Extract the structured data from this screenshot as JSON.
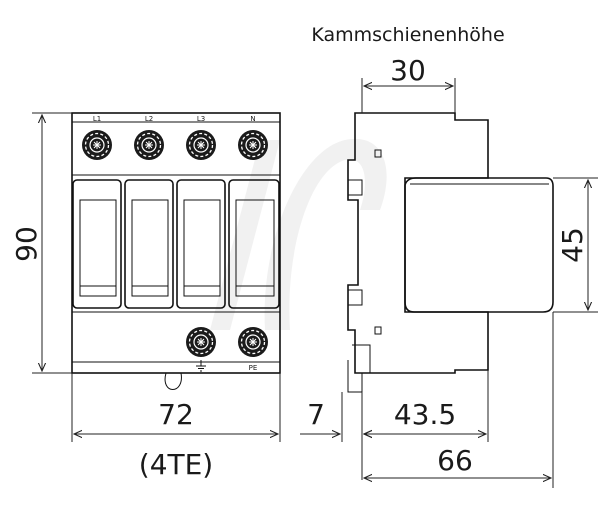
{
  "drawing": {
    "header_label": "Kammschienenhöhe",
    "dimensions": {
      "busbar_height": "30",
      "total_height": "90",
      "module_depth": "45",
      "width": "72",
      "width_units": "(4TE)",
      "clip_depth": "7",
      "body_depth": "43.5",
      "total_depth": "66"
    },
    "terminals": {
      "top": [
        "L1",
        "L2",
        "L3",
        "N"
      ],
      "earth": "PE"
    },
    "colors": {
      "line": "#111111",
      "watermark": "#e8e8e8"
    }
  }
}
